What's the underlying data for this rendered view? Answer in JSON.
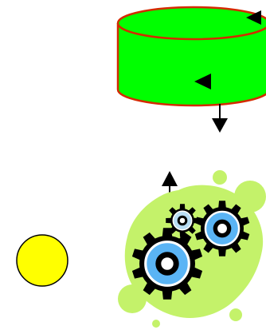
{
  "colors": {
    "background": "#ffffff",
    "database_fill": "#00ff00",
    "database_stroke": "#d42a00",
    "arrow": "#000000",
    "gear_splash": "#c4f26a",
    "gear_body": "#000000",
    "gear_inner": "#5ab4f5",
    "gear_small_inner": "#b8ddf5",
    "gear_highlight": "#ffffff",
    "circle_fill": "#ffff00",
    "circle_stroke": "#000000"
  },
  "shapes": {
    "database": {
      "icon": "database-cylinder-icon"
    },
    "gears": {
      "icon": "gears-process-icon",
      "gear_count": 3
    },
    "circle": {
      "icon": "circle-node-icon"
    }
  },
  "connectors": [
    {
      "name": "arrow-database-top",
      "direction": "left"
    },
    {
      "name": "arrow-database-middle",
      "direction": "left"
    },
    {
      "name": "arrow-database-out",
      "direction": "down"
    },
    {
      "name": "arrow-gears-in",
      "direction": "up"
    }
  ]
}
